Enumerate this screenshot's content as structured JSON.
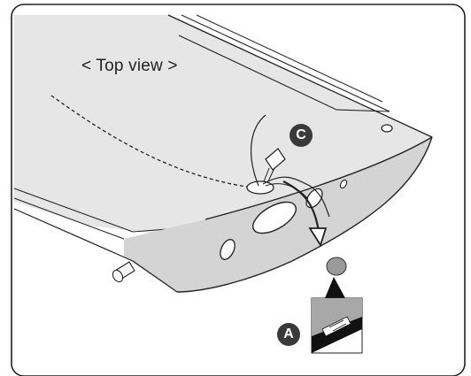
{
  "caption": "< Top view >",
  "callouts": {
    "c": "C",
    "a": "A"
  },
  "colors": {
    "panel_fill": "#e6e6e6",
    "outline": "#1a1a1a",
    "badge_fill": "#3a3a3a",
    "detail_grey": "#9a9a9a"
  }
}
